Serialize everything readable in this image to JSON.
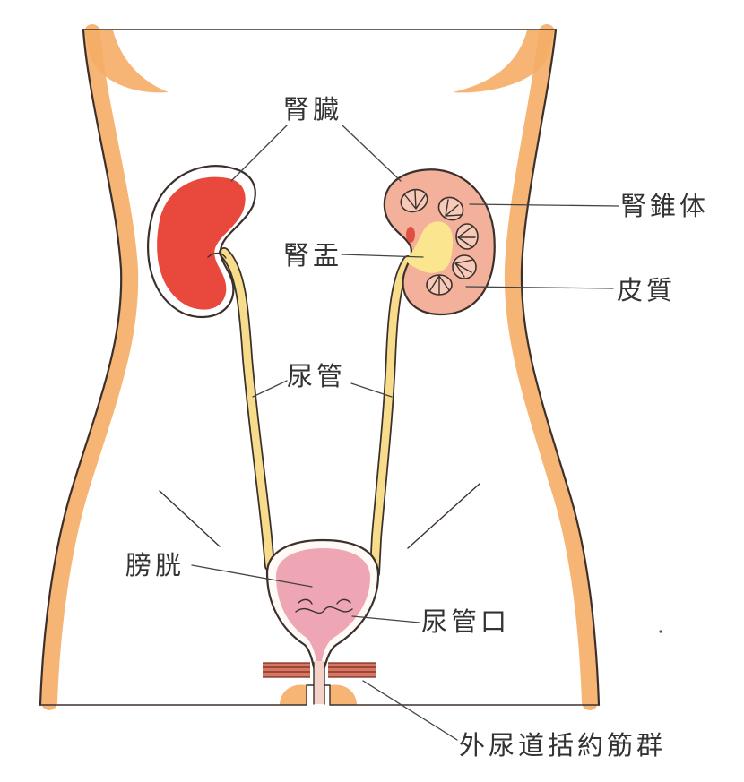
{
  "labels": {
    "kidney": "腎臓",
    "renal_pyramid": "腎錐体",
    "renal_pelvis": "腎盂",
    "cortex": "皮質",
    "ureter": "尿管",
    "bladder": "膀胱",
    "ureteral_orifice": "尿管口",
    "external_urethral_sphincter": "外尿道括約筋群"
  },
  "colors": {
    "outline": "#3b302b",
    "body_band": "#f5ad66",
    "kidney_left": "#e9493c",
    "kidney_right": "#f3b09b",
    "pelvis": "#fbe58e",
    "ureter": "#f7dc8c",
    "bladder": "#eea6b4",
    "sphincter": "#cf5f48",
    "leader": "#444444",
    "text": "#333333"
  }
}
